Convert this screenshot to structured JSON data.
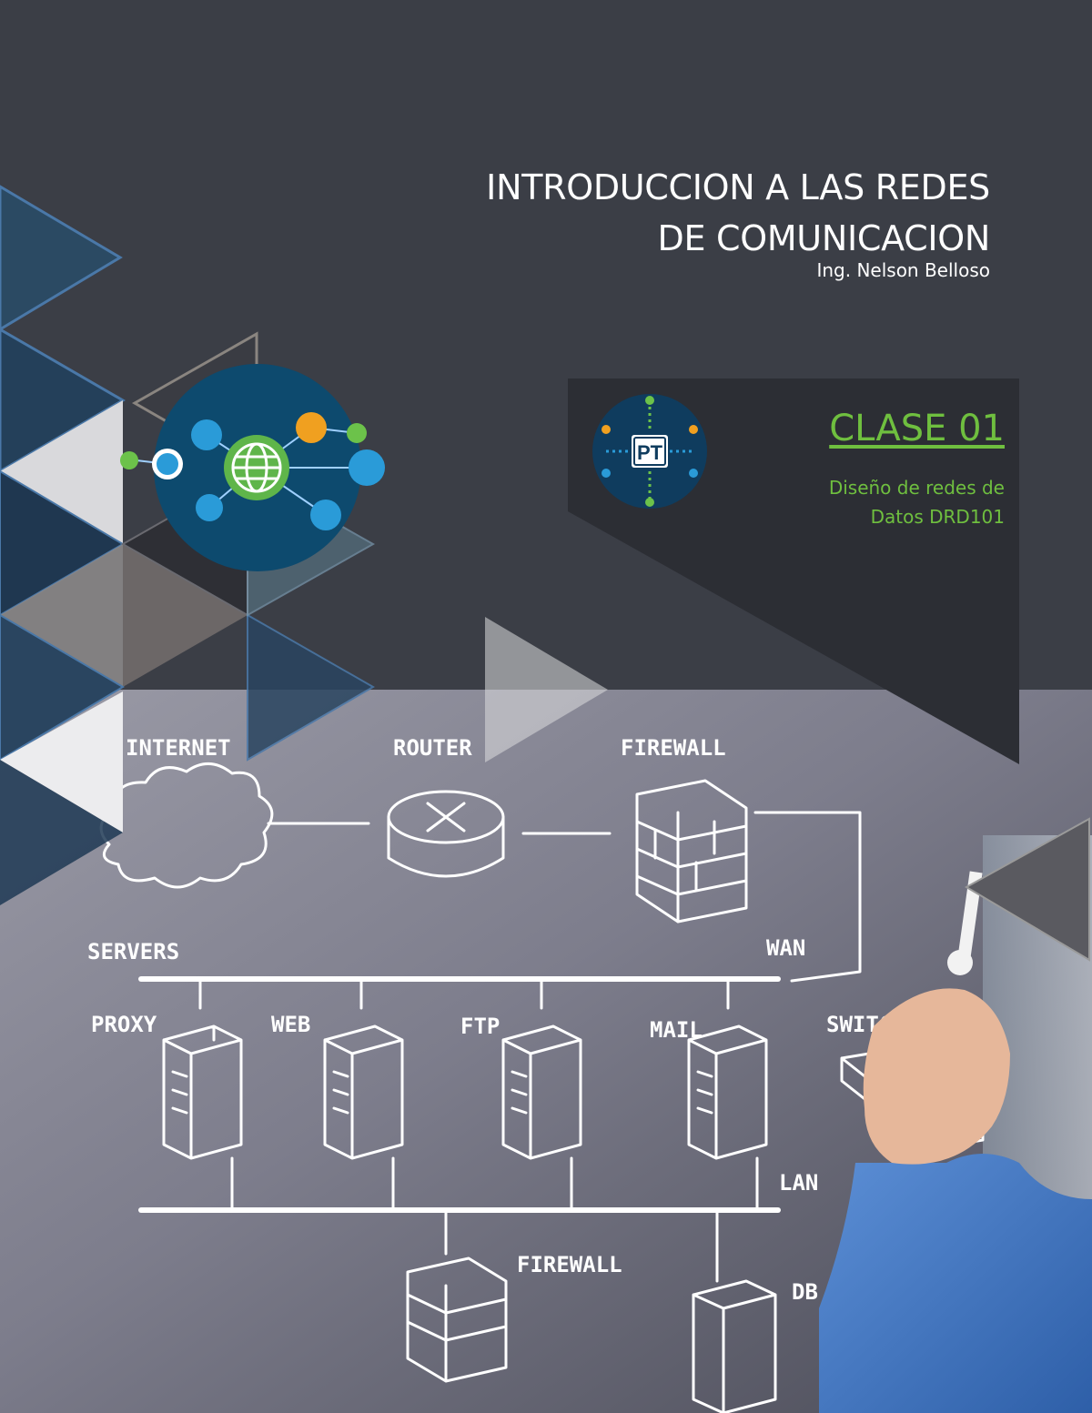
{
  "cover": {
    "title_line1": "INTRODUCCION A LAS REDES",
    "title_line2": "DE COMUNICACION",
    "author": "Ing. Nelson Belloso"
  },
  "class_panel": {
    "logo_text": "PT",
    "class_title": "CLASE 01",
    "subtitle_line1": "Diseño de redes de",
    "subtitle_line2": "Datos DRD101"
  },
  "diagram": {
    "internet": "INTERNET",
    "router": "ROUTER",
    "firewall_top": "FIREWALL",
    "servers": "SERVERS",
    "wan": "WAN",
    "proxy": "PROXY",
    "web": "WEB",
    "ftp": "FTP",
    "mail": "MAIL",
    "switch": "SWITCH",
    "lan": "LAN",
    "firewall_bottom": "FIREWALL",
    "db": "DB"
  },
  "colors": {
    "background": "#3b3e46",
    "accent_green": "#6fbf3f",
    "navy": "#1d3a55",
    "panel": "#2c2e34"
  }
}
